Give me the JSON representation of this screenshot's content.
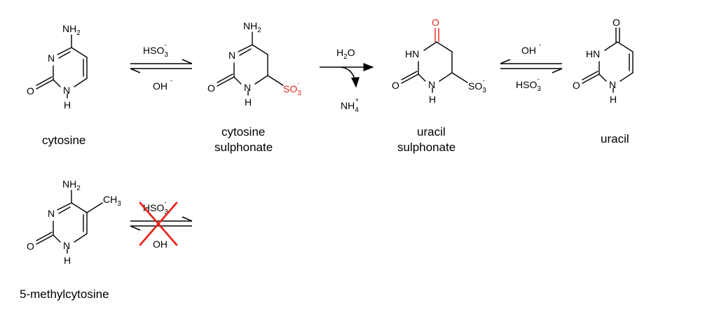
{
  "labels": {
    "cytosine": "cytosine",
    "cytosine_sulphonate_1": "cytosine",
    "cytosine_sulphonate_2": "sulphonate",
    "uracil_sulphonate_1": "uracil",
    "uracil_sulphonate_2": "sulphonate",
    "uracil": "uracil",
    "methylcytosine": "5-methylcytosine"
  },
  "atoms": {
    "nh2": "NH",
    "nh2_sub": "2",
    "n": "N",
    "h": "H",
    "o": "O",
    "hn": "HN",
    "so3": "SO",
    "so3_sub": "3",
    "minus": "-",
    "ch3": "CH",
    "ch3_sub": "3"
  },
  "reagents": {
    "hso3": "HSO",
    "hso3_sub": "3",
    "hso3_sup": "-",
    "oh": "OH",
    "oh_sup": "-",
    "h2o": "H",
    "h2o_sub": "2",
    "h2o_tail": "O",
    "nh4": "NH",
    "nh4_sub": "4",
    "nh4_sup": "+"
  },
  "colors": {
    "highlight": "#e8261c",
    "ink": "#000000"
  }
}
